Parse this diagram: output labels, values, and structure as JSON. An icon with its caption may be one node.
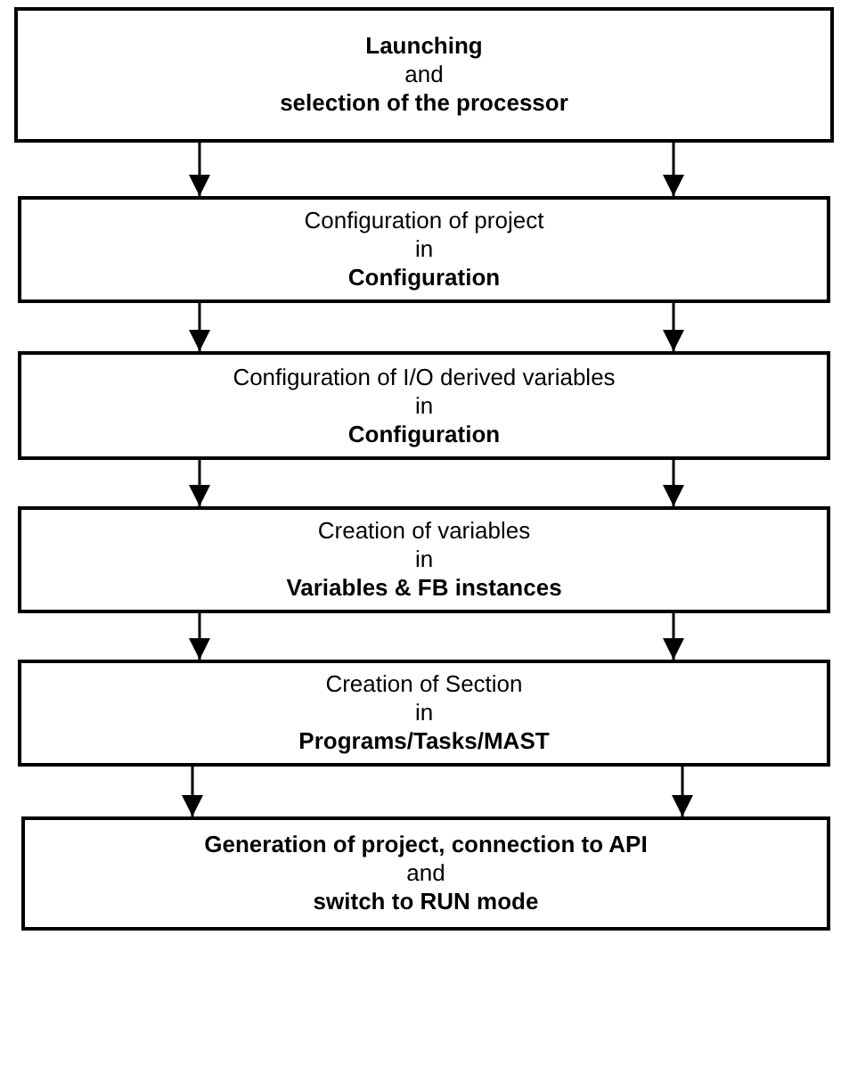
{
  "diagram": {
    "nodes": [
      {
        "text": [
          "Launching",
          "and",
          "selection of the processor"
        ]
      },
      {
        "text": [
          "Configuration of project",
          "in",
          "Configuration"
        ]
      },
      {
        "text": [
          "Configuration of I/O derived variables",
          "in",
          "Configuration"
        ]
      },
      {
        "text": [
          "Creation of variables",
          "in",
          "Variables & FB instances"
        ]
      },
      {
        "text": [
          "Creation of Section",
          "in",
          "Programs/Tasks/MAST"
        ]
      },
      {
        "text": [
          "Generation of project, connection to API",
          "and",
          "switch to RUN mode"
        ]
      }
    ],
    "edges": [
      {
        "from": 0,
        "to": 1,
        "arrow": "to"
      },
      {
        "from": 0,
        "to": 1,
        "arrow": "to"
      },
      {
        "from": 1,
        "to": 2,
        "arrow": "to"
      },
      {
        "from": 1,
        "to": 2,
        "arrow": "to"
      },
      {
        "from": 2,
        "to": 3,
        "arrow": "to"
      },
      {
        "from": 2,
        "to": 3,
        "arrow": "to"
      },
      {
        "from": 3,
        "to": 4,
        "arrow": "to"
      },
      {
        "from": 3,
        "to": 4,
        "arrow": "to"
      },
      {
        "from": 4,
        "to": 5,
        "arrow": "to"
      },
      {
        "from": 4,
        "to": 5,
        "arrow": "to"
      }
    ]
  }
}
